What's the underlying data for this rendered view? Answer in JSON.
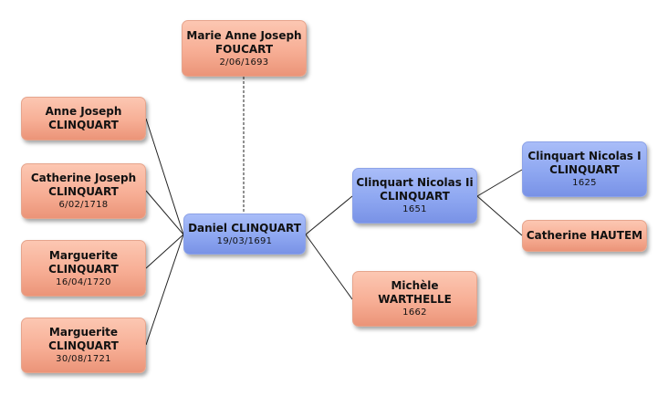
{
  "nodes": {
    "spouse": {
      "line1": "Marie Anne Joseph",
      "line2": "FOUCART",
      "date": "2/06/1693",
      "color": "pink"
    },
    "child1": {
      "line1": "Anne Joseph",
      "line2": "CLINQUART",
      "date": "",
      "color": "pink"
    },
    "child2": {
      "line1": "Catherine Joseph",
      "line2": "CLINQUART",
      "date": "6/02/1718",
      "color": "pink"
    },
    "child3": {
      "line1": "Marguerite",
      "line2": "CLINQUART",
      "date": "16/04/1720",
      "color": "pink"
    },
    "child4": {
      "line1": "Marguerite",
      "line2": "CLINQUART",
      "date": "30/08/1721",
      "color": "pink"
    },
    "root": {
      "line1": "Daniel CLINQUART",
      "line2": "",
      "date": "19/03/1691",
      "color": "blue"
    },
    "father": {
      "line1": "Clinquart Nicolas Ii",
      "line2": "CLINQUART",
      "date": "1651",
      "color": "blue"
    },
    "mother": {
      "line1": "Michèle",
      "line2": "WARTHELLE",
      "date": "1662",
      "color": "pink"
    },
    "grandfather": {
      "line1": "Clinquart Nicolas I",
      "line2": "CLINQUART",
      "date": "1625",
      "color": "blue"
    },
    "grandmother": {
      "line1": "Catherine HAUTEM",
      "line2": "",
      "date": "",
      "color": "pink"
    }
  },
  "edges": [
    {
      "from": "spouse",
      "to": "root",
      "style": "dotted"
    },
    {
      "from": "child1",
      "to": "root",
      "style": "solid"
    },
    {
      "from": "child2",
      "to": "root",
      "style": "solid"
    },
    {
      "from": "child3",
      "to": "root",
      "style": "solid"
    },
    {
      "from": "child4",
      "to": "root",
      "style": "solid"
    },
    {
      "from": "root",
      "to": "father",
      "style": "solid"
    },
    {
      "from": "root",
      "to": "mother",
      "style": "solid"
    },
    {
      "from": "father",
      "to": "grandfather",
      "style": "solid"
    },
    {
      "from": "father",
      "to": "grandmother",
      "style": "solid"
    }
  ]
}
